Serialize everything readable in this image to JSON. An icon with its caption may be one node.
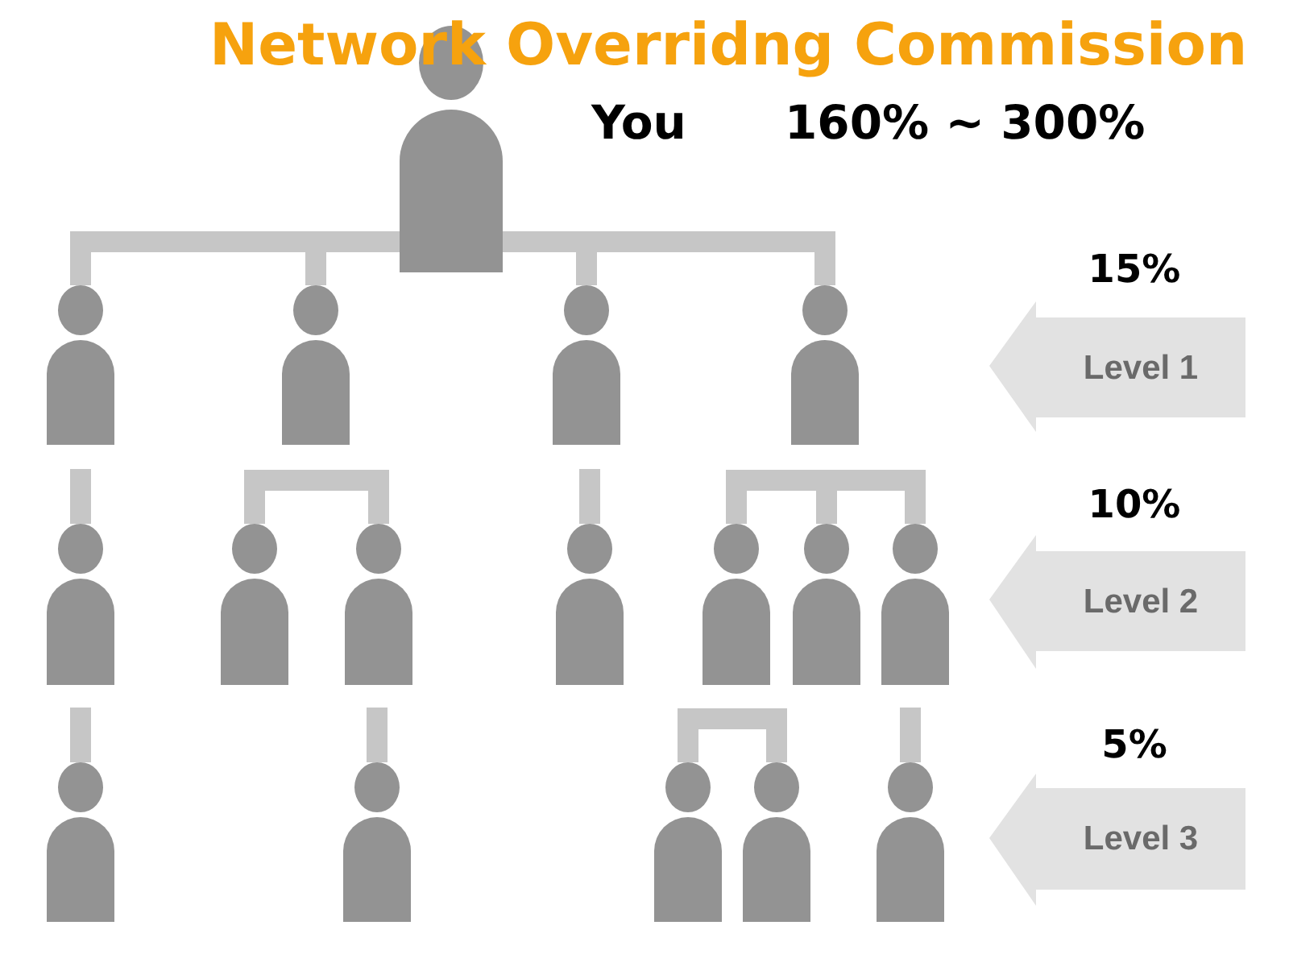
{
  "diagram": {
    "title": "Network Overridng Commission",
    "nodes": [
      {
        "text": [
          "You"
        ]
      },
      {
        "text": [],
        "shape": "person"
      },
      {
        "text": [],
        "shape": "person"
      },
      {
        "text": [],
        "shape": "person"
      },
      {
        "text": [],
        "shape": "person"
      },
      {
        "text": [
          "Level 1"
        ],
        "beside": [
          "15%"
        ]
      },
      {
        "text": [],
        "shape": "person"
      },
      {
        "text": [],
        "shape": "person"
      },
      {
        "text": [],
        "shape": "person"
      },
      {
        "text": [],
        "shape": "person"
      },
      {
        "text": [],
        "shape": "person"
      },
      {
        "text": [],
        "shape": "person"
      },
      {
        "text": [],
        "shape": "person"
      },
      {
        "text": [
          "Level 2"
        ],
        "beside": [
          "10%"
        ]
      },
      {
        "text": [],
        "shape": "person"
      },
      {
        "text": [],
        "shape": "person"
      },
      {
        "text": [],
        "shape": "person"
      },
      {
        "text": [],
        "shape": "person"
      },
      {
        "text": [],
        "shape": "person"
      },
      {
        "text": [
          "Level 3"
        ],
        "beside": [
          "5%"
        ]
      }
    ],
    "edges": [
      {
        "from": 0,
        "to": 1,
        "arrow": "none"
      },
      {
        "from": 0,
        "to": 2,
        "arrow": "none"
      },
      {
        "from": 0,
        "to": 3,
        "arrow": "none"
      },
      {
        "from": 0,
        "to": 4,
        "arrow": "none"
      },
      {
        "from": null,
        "to": 6,
        "arrow": "none"
      },
      {
        "from": 7,
        "to": 8,
        "arrow": "none"
      },
      {
        "from": null,
        "to": 9,
        "arrow": "none"
      },
      {
        "from": 10,
        "to": 11,
        "arrow": "none"
      },
      {
        "from": 10,
        "to": 12,
        "arrow": "none"
      },
      {
        "from": null,
        "to": 14,
        "arrow": "none"
      },
      {
        "from": null,
        "to": 15,
        "arrow": "none"
      },
      {
        "from": 16,
        "to": 17,
        "arrow": "none"
      },
      {
        "from": null,
        "to": 18,
        "arrow": "none"
      }
    ],
    "labels": [
      "160% ~ 300%"
    ]
  }
}
